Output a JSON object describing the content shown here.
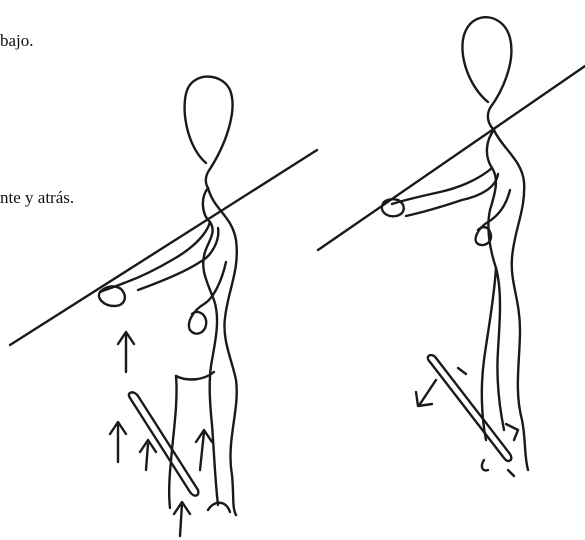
{
  "captions": {
    "line_1": "bajo.",
    "line_2": "nte y atrás."
  },
  "figures": [
    {
      "id": "figure-left",
      "description_icon": "stick-figure-lifting-pole-icon"
    },
    {
      "id": "figure-right",
      "description_icon": "stick-figure-lowering-pole-icon"
    }
  ],
  "colors": {
    "background": "#ffffff",
    "ink": "#1a1a1a"
  }
}
